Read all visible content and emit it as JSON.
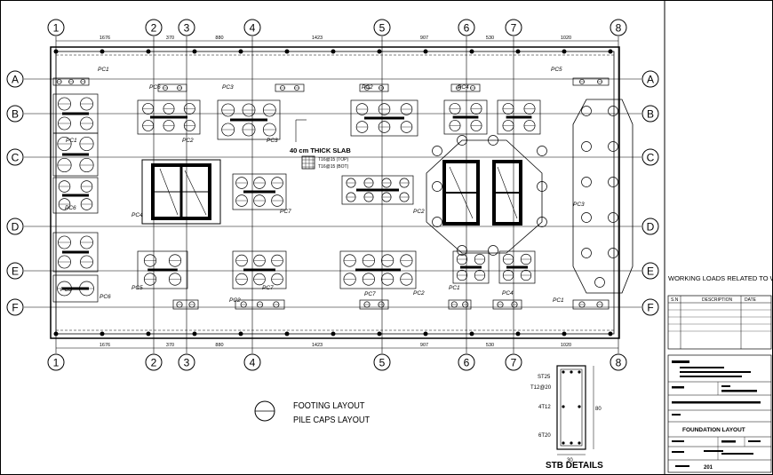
{
  "grid": {
    "columns": [
      "1",
      "2",
      "3",
      "4",
      "5",
      "6",
      "7",
      "8"
    ],
    "rows": [
      "A",
      "B",
      "C",
      "D",
      "E",
      "F"
    ],
    "spans": [
      "1676",
      "370",
      "880",
      "1423",
      "907",
      "530",
      "1020"
    ]
  },
  "titles": {
    "footing_layout": "FOOTING LAYOUT",
    "pile_caps_layout": "PILE CAPS LAYOUT",
    "stb_details": "STB DETAILS",
    "walls_note": "WORKING LOADS RELATED TO WALLS"
  },
  "slab": {
    "label": "40 cm THICK SLAB",
    "top": "T16@15 (TOP)",
    "bot": "T16@15 (BOT)"
  },
  "stb": {
    "stirrup": "ST25",
    "top_bars": "T12@20",
    "side_bars": "4T12",
    "bottom_bars": "6T20",
    "depth": "80",
    "width": "30"
  },
  "titleblock": {
    "header_cols": [
      "S.N",
      "DESCRIPTION",
      "DATE"
    ],
    "drawing_title": "FOUNDATION LAYOUT",
    "sheet_no": "201"
  },
  "pile_cap_tags": [
    "PC1",
    "PC2",
    "PC3",
    "PC4",
    "PC5",
    "PC6",
    "PC7"
  ]
}
